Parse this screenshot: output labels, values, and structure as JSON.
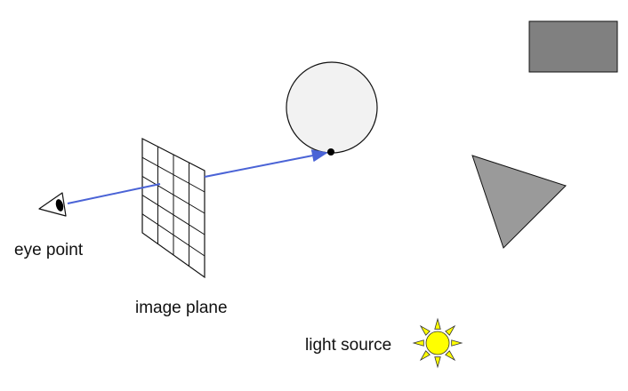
{
  "labels": {
    "eye_point": "eye point",
    "image_plane": "image plane",
    "light_source": "light source"
  },
  "colors": {
    "ray": "#4a63d6",
    "sphere_fill": "#f2f2f2",
    "rectangle_fill": "#808080",
    "triangle_fill": "#9a9a9a",
    "sun_fill": "#ffff00",
    "outline": "#111111"
  },
  "icons": {
    "eye": "eye-icon",
    "sun": "sun-icon"
  },
  "image_plane": {
    "grid_columns": 4,
    "grid_rows": 5
  }
}
